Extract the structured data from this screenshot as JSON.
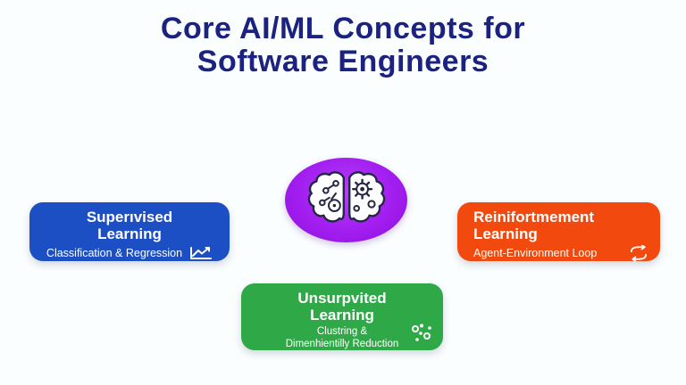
{
  "slide": {
    "title_line1": "Core AI/ML Concepts for",
    "title_line2": "Software Engineers",
    "title_color": "#1b2280",
    "background_color": "#fbfeff"
  },
  "center": {
    "icon": "brain-circuit-gear-icon",
    "background_color": "#a21ef0"
  },
  "cards": [
    {
      "id": "supervised",
      "title_line1": "Superıvised",
      "title_line2": "Learning",
      "subtitle": "Classification & Regression",
      "icon": "line-chart-icon",
      "color": "#1d4fc4"
    },
    {
      "id": "reinforcement",
      "title_line1": "Reinifortmement",
      "title_line2": "Learning",
      "subtitle": "Agent-Environment Loop",
      "icon": "loop-arrows-icon",
      "color": "#f24a0e"
    },
    {
      "id": "unsupervised",
      "title_line1": "Unsurpvited",
      "title_line2": "Learning",
      "subtitle_line1": "Clustring &",
      "subtitle_line2": "Dimenhientilly Reduction",
      "icon": "cluster-dots-icon",
      "color": "#2fa947"
    }
  ]
}
